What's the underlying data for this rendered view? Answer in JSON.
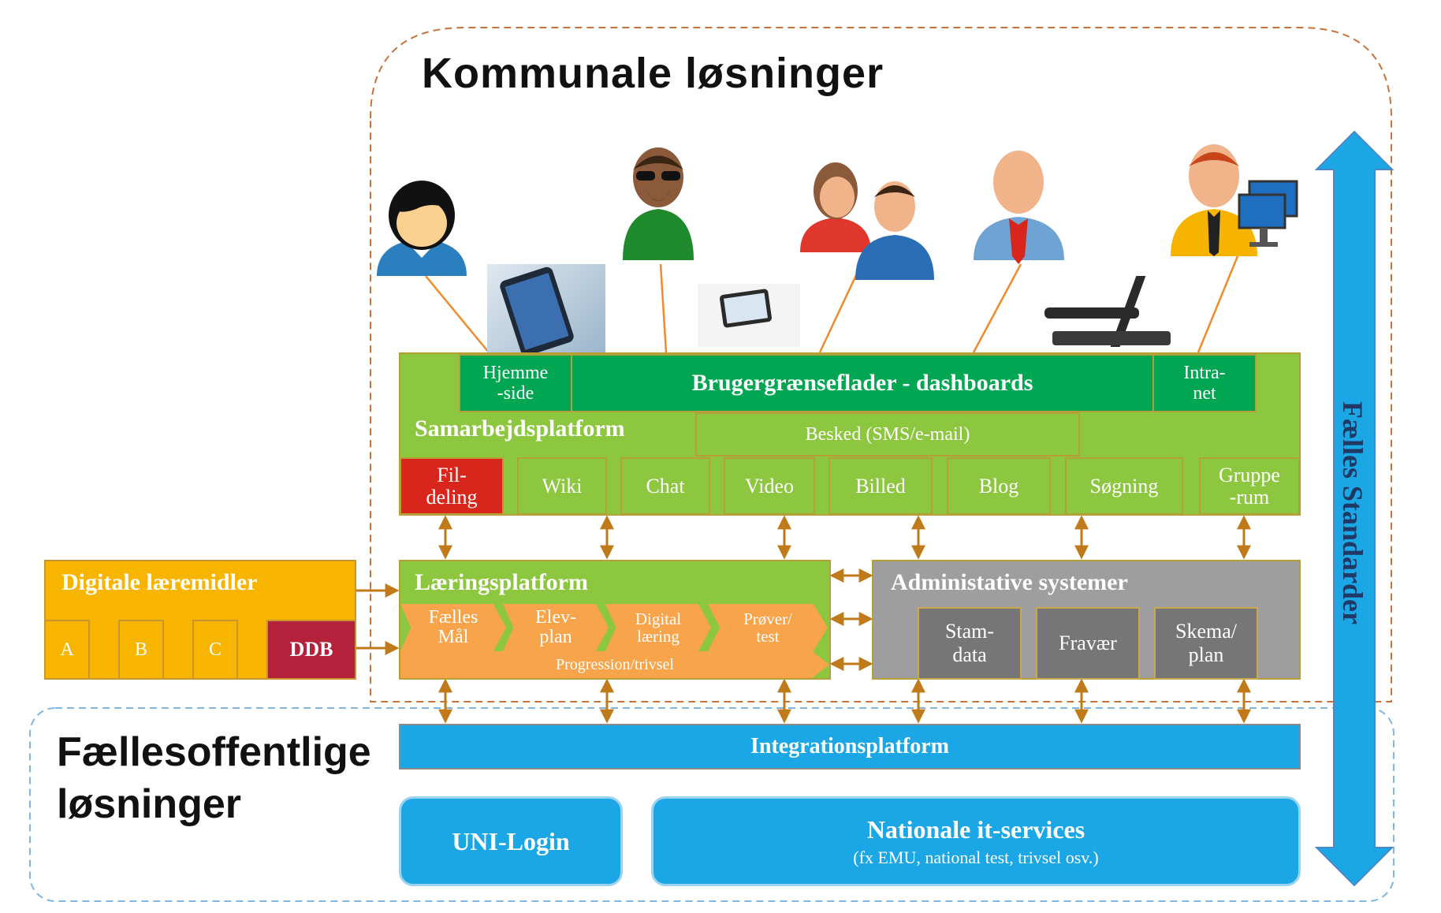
{
  "diagram": {
    "kommunale_title": "Kommunale løsninger",
    "faelles_title_line1": "Fællesoffentlige",
    "faelles_title_line2": "løsninger",
    "faelles_standarder": "Fælles Standarder",
    "dashboards": {
      "hjemmeside_l1": "Hjemme",
      "hjemmeside_l2": "-side",
      "title": "Brugergrænseflader  - dashboards",
      "intranet_l1": "Intra-",
      "intranet_l2": "net"
    },
    "samarbejd": {
      "title": "Samarbejdsplatform",
      "besked": "Besked (SMS/e-mail)",
      "fildeling_l1": "Fil-",
      "fildeling_l2": "deling",
      "wiki": "Wiki",
      "chat": "Chat",
      "video": "Video",
      "billed": "Billed",
      "blog": "Blog",
      "soegning": "Søgning",
      "gruppe_l1": "Gruppe",
      "gruppe_l2": "-rum"
    },
    "digitale": {
      "title": "Digitale læremidler",
      "a": "A",
      "b": "B",
      "c": "C",
      "ddb": "DDB"
    },
    "laering": {
      "title": "Læringsplatform",
      "faelles_l1": "Fælles",
      "faelles_l2": "Mål",
      "elev_l1": "Elev-",
      "elev_l2": "plan",
      "digital_l1": "Digital",
      "digital_l2": "læring",
      "proever_l1": "Prøver/",
      "proever_l2": "test",
      "progression": "Progression/trivsel"
    },
    "admin": {
      "title": "Administative systemer",
      "stam_l1": "Stam-",
      "stam_l2": "data",
      "fravaer": "Fravær",
      "skema_l1": "Skema/",
      "skema_l2": "plan"
    },
    "integration": "Integrationsplatform",
    "unilogin": "UNI-Login",
    "nationale_title": "Nationale it-services",
    "nationale_sub": "(fx EMU, national test, trivsel osv.)"
  },
  "colors": {
    "green": "#8dc63f",
    "dark_green": "#00a651",
    "orange": "#f7a44a",
    "gold": "#f7b500",
    "ddb_red": "#b5203a",
    "fildeling_red": "#d9261c",
    "admin_gray": "#9e9e9e",
    "admin_dark": "#767676",
    "blue": "#1ba7e6",
    "arrow_brown": "#c07a1a"
  },
  "icons": [
    "student-icon",
    "phone-photo-icon",
    "man-sunglasses-icon",
    "tablet-photo-icon",
    "parents-icon",
    "manager-icon",
    "laptop-photo-icon",
    "it-admin-icon"
  ]
}
